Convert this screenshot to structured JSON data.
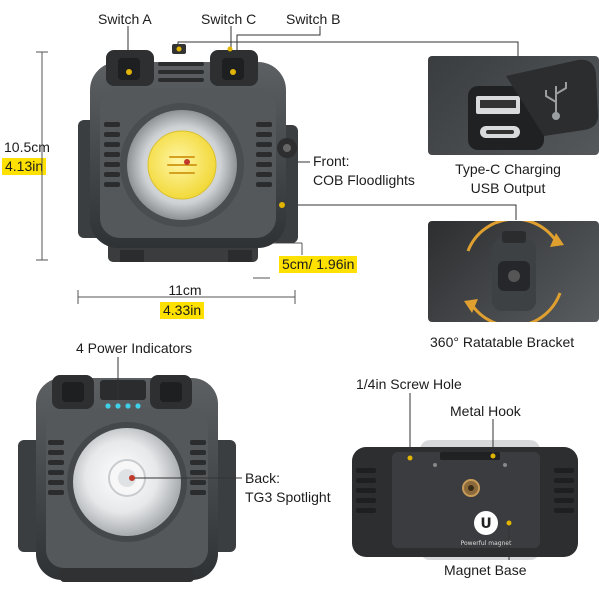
{
  "labels": {
    "switch_a": "Switch A",
    "switch_c": "Switch C",
    "switch_b": "Switch B",
    "front_line1": "Front:",
    "front_line2": "COB Floodlights",
    "charging_line1": "Type-C Charging",
    "charging_line2": "USB Output",
    "bracket": "360° Ratatable Bracket",
    "power_indicators": "4 Power Indicators",
    "back_line1": "Back:",
    "back_line2": "TG3 Spotlight",
    "screw_hole": "1/4in Screw Hole",
    "metal_hook": "Metal Hook",
    "magnet_base": "Magnet Base",
    "magnet_logo_letter": "U",
    "magnet_logo_text": "Powerful magnet"
  },
  "dimensions": {
    "height_cm": "10.5cm",
    "height_in": "4.13in",
    "width_cm": "11cm",
    "width_in": "4.33in",
    "depth": "5cm/ 1.96in"
  },
  "icons": {
    "usb_symbol": "usb-symbol-icon",
    "rotate_arrows": "rotate-arrows-icon"
  },
  "colors": {
    "highlight": "#ffe100",
    "body_dark": "#3c3f42",
    "body_mid": "#5a5d60",
    "cob_yellow": "#f5e14a",
    "indicator_led": "#3fd0e8",
    "accent_orange": "#e0a030"
  }
}
